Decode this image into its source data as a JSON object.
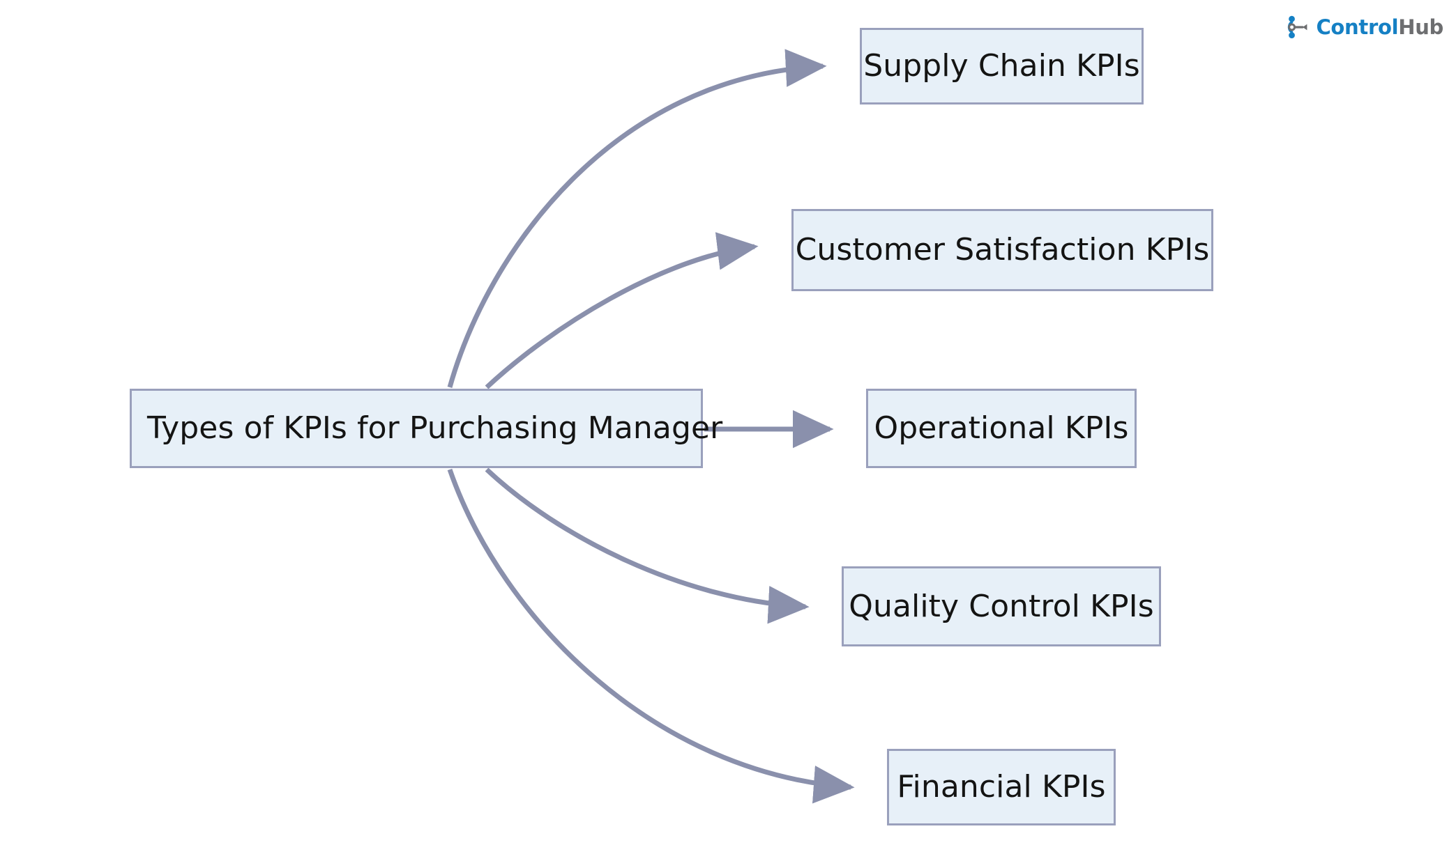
{
  "diagram": {
    "type": "node-edge-flow",
    "root": {
      "id": "root",
      "label": "Types of KPIs for Purchasing Manager"
    },
    "children": [
      {
        "id": "supply",
        "label": "Supply Chain KPIs"
      },
      {
        "id": "customer",
        "label": "Customer Satisfaction KPIs"
      },
      {
        "id": "operational",
        "label": "Operational KPIs"
      },
      {
        "id": "quality",
        "label": "Quality Control KPIs"
      },
      {
        "id": "financial",
        "label": "Financial KPIs"
      }
    ],
    "edges": [
      {
        "from": "root",
        "to": "supply",
        "style": "curved",
        "arrow": "triangle"
      },
      {
        "from": "root",
        "to": "customer",
        "style": "curved",
        "arrow": "triangle"
      },
      {
        "from": "root",
        "to": "operational",
        "style": "straight",
        "arrow": "triangle"
      },
      {
        "from": "root",
        "to": "quality",
        "style": "curved",
        "arrow": "triangle"
      },
      {
        "from": "root",
        "to": "financial",
        "style": "curved",
        "arrow": "triangle"
      }
    ],
    "colors": {
      "node_fill": "#e7f0f8",
      "node_border": "#9aa0bc",
      "node_text": "#141413",
      "edge": "#8a90ac",
      "background": "#ffffff"
    }
  },
  "brand": {
    "name_primary": "Control",
    "name_secondary": "Hub",
    "icon": "controlhub-node-mark",
    "color_primary": "#1580c4",
    "color_secondary": "#6d6e70"
  }
}
